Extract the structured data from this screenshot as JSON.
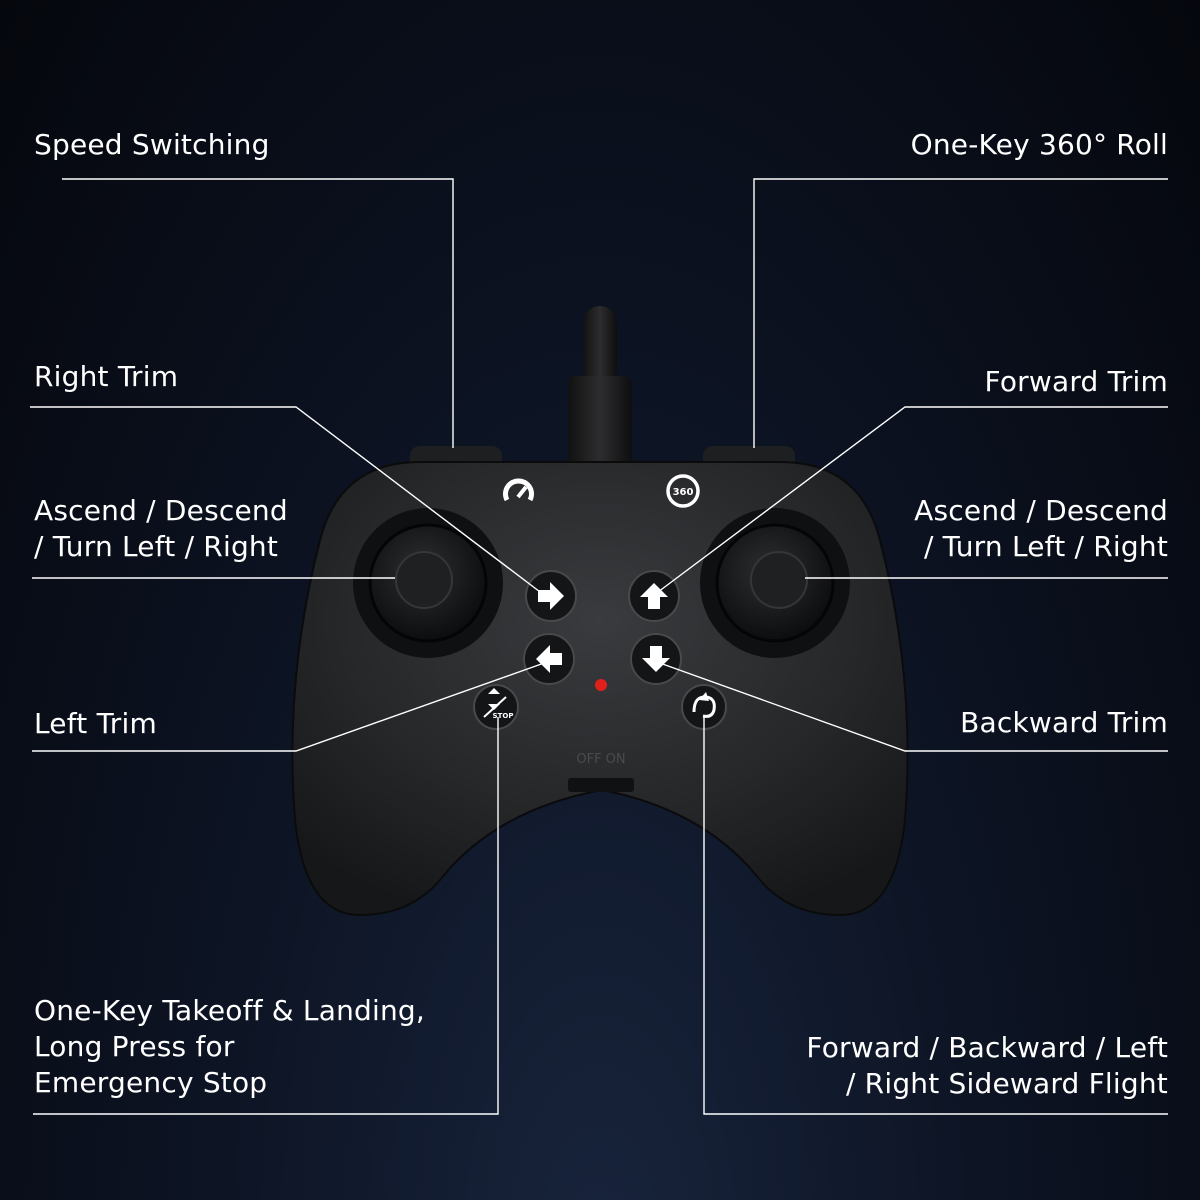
{
  "labels": {
    "speed_switching": "Speed Switching",
    "one_key_roll": "One-Key 360° Roll",
    "right_trim": "Right Trim",
    "forward_trim": "Forward Trim",
    "left_stick": [
      "Ascend / Descend",
      "/ Turn Left / Right"
    ],
    "right_stick": [
      "Ascend / Descend",
      "/ Turn Left / Right"
    ],
    "left_trim": "Left Trim",
    "backward_trim": "Backward Trim",
    "takeoff_landing": [
      "One-Key Takeoff & Landing,",
      "Long Press for",
      "Emergency Stop"
    ],
    "sideward_flight": [
      "Forward / Backward / Left",
      "/ Right Sideward Flight"
    ]
  },
  "controller": {
    "roll_button_text": "360",
    "stop_button_text": "STOP",
    "power_switch_text": "OFF ON"
  },
  "colors": {
    "body": "#262729",
    "stick_ring": "#111214",
    "led": "#e0201c",
    "text": "#ffffff"
  }
}
